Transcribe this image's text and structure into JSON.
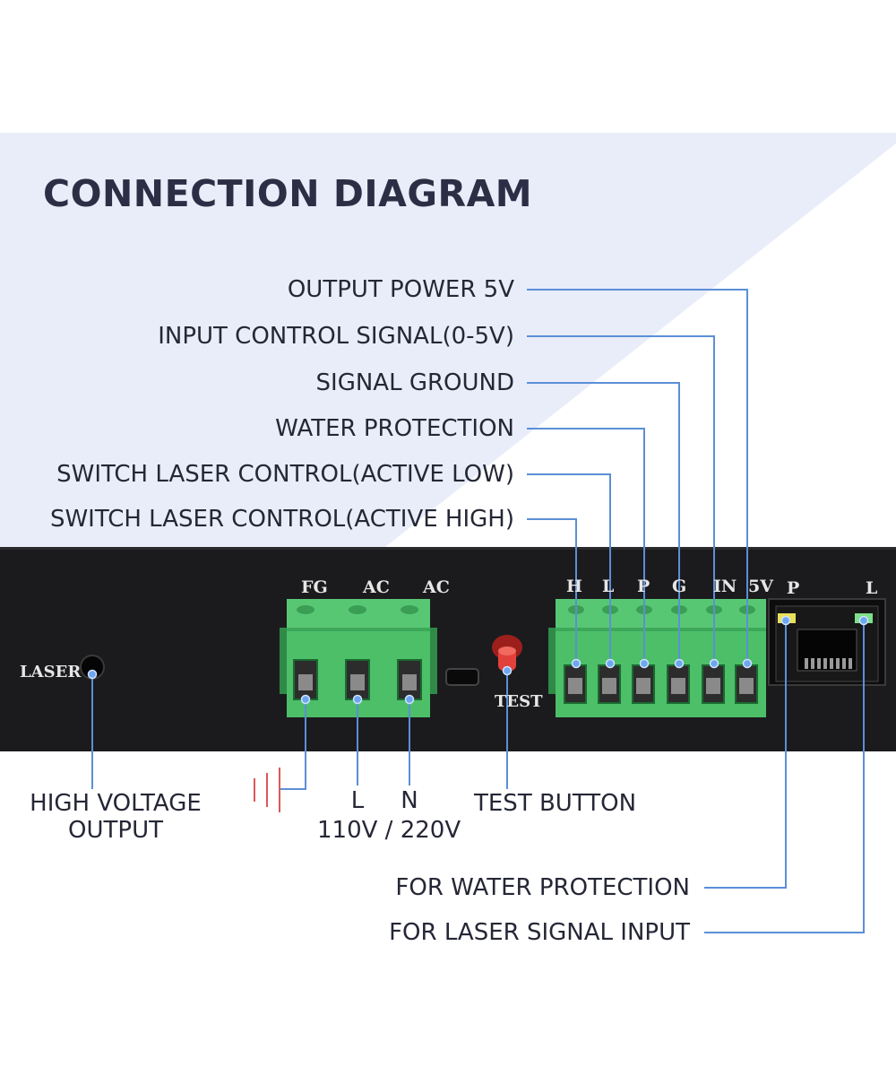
{
  "title": "CONNECTION DIAGRAM",
  "colors": {
    "background_band": "#e8edf9",
    "panel": "#1b1b1d",
    "terminal_green": "#4cbf68",
    "leader_line": "#5b8fd6",
    "dot": "#6ea6ef",
    "test_button": "#e2403a"
  },
  "top_labels": [
    "OUTPUT POWER 5V",
    "INPUT CONTROL SIGNAL(0-5V)",
    "SIGNAL GROUND",
    "WATER PROTECTION",
    "SWITCH LASER CONTROL(ACTIVE LOW)",
    "SWITCH LASER CONTROL(ACTIVE HIGH)"
  ],
  "panel": {
    "laser_label": "LASER",
    "test_label": "TEST",
    "power_terminals": [
      "FG",
      "AC",
      "AC"
    ],
    "signal_terminals": [
      "H",
      "L",
      "P",
      "G",
      "IN",
      "5V"
    ],
    "rj45_pins": [
      "P",
      "L"
    ]
  },
  "bottom_labels": {
    "high_voltage_line1": "HIGH VOLTAGE",
    "high_voltage_line2": "OUTPUT",
    "l": "L",
    "n": "N",
    "voltage": "110V / 220V",
    "test_button": "TEST BUTTON",
    "water_protection": "FOR WATER PROTECTION",
    "laser_signal": "FOR LASER SIGNAL INPUT"
  }
}
